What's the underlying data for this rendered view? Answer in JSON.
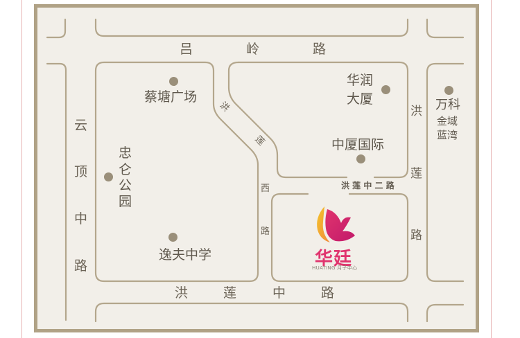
{
  "roads": {
    "lv_ling": [
      "吕",
      "岭",
      "路"
    ],
    "yun_ding": [
      "云",
      "顶",
      "中",
      "路"
    ],
    "hong_lian_zhong": [
      "洪",
      "莲",
      "中",
      "路"
    ],
    "hong_lian_right": [
      "洪",
      "莲",
      "路"
    ],
    "hong_lian_diag": [
      "洪",
      "莲"
    ],
    "hong_lian_xi": [
      "西",
      "路"
    ],
    "hong_lian_zhong_er": "洪 莲 中 二 路"
  },
  "pois": {
    "caitang": "蔡塘广场",
    "huarun": [
      "华润",
      "大厦"
    ],
    "wanke": [
      "万科",
      "金域",
      "蓝湾"
    ],
    "zhongxia": "中厦国际",
    "zhonglun": [
      "忠",
      "仑",
      "公",
      "园"
    ],
    "yifu": "逸夫中学"
  },
  "brand": {
    "name_cn": "华廷",
    "name_en": "HUATING 月子中心",
    "colors": {
      "wing_magenta": "#e0346e",
      "wing_orange": "#f08a3c",
      "wing_yellow": "#f4c42a"
    }
  },
  "colors": {
    "frame": "#b0a286",
    "road_edge": "#b3a68c",
    "background": "#f2efe9",
    "dot": "#9a8f7a"
  }
}
